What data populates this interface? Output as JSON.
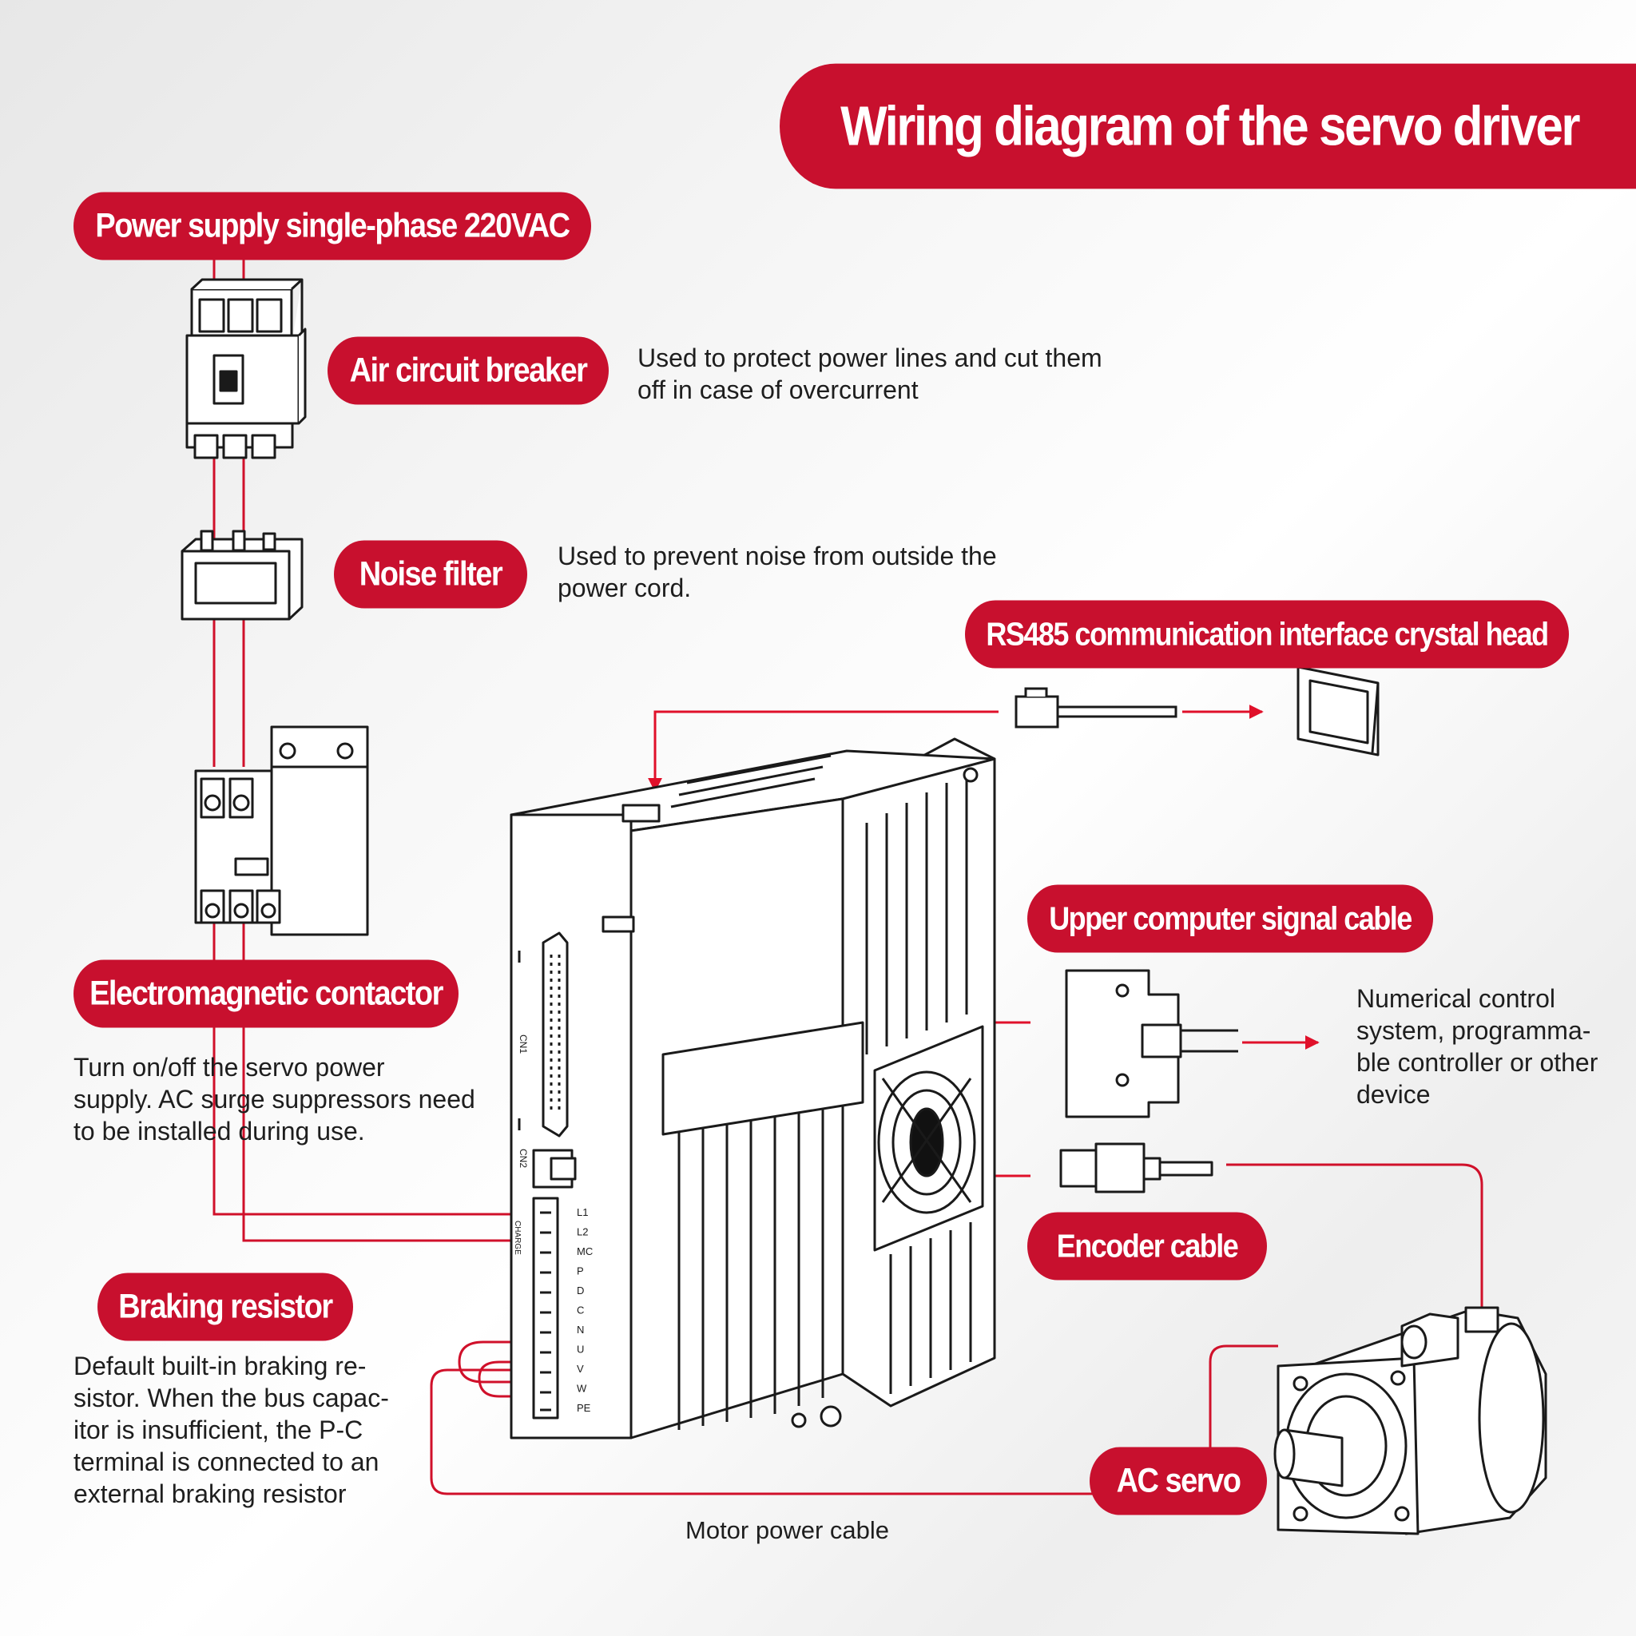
{
  "title": "Wiring diagram of the servo driver",
  "colors": {
    "accent": "#c8102e",
    "line": "#1a1a1a",
    "wire": "#d0102a",
    "background": "#f2f2f2"
  },
  "components": {
    "power_supply": {
      "label": "Power supply single-phase 220VAC"
    },
    "air_circuit_breaker": {
      "label": "Air circuit breaker",
      "description": "Used to protect power lines and cut them\noff in case of overcurrent"
    },
    "noise_filter": {
      "label": "Noise filter",
      "description": "Used to prevent noise from outside the\npower cord."
    },
    "rs485": {
      "label": "RS485 communication interface crystal head"
    },
    "upper_computer": {
      "label": "Upper computer signal cable",
      "description": "Numerical control\nsystem, programma-\nble controller or other\ndevice"
    },
    "contactor": {
      "label": "Electromagnetic contactor",
      "description": "Turn on/off the servo power\nsupply. AC surge suppressors need\nto be installed during use."
    },
    "encoder": {
      "label": "Encoder cable"
    },
    "braking_resistor": {
      "label": "Braking resistor",
      "description": "Default built-in braking re-\nsistor. When the bus capac-\nitor is insufficient, the P-C\nterminal is connected to an\nexternal braking resistor"
    },
    "ac_servo": {
      "label": "AC servo"
    },
    "motor_cable": {
      "label": "Motor power cable"
    }
  },
  "driver": {
    "port_cn1": "CN1",
    "port_cn2": "CN2",
    "charge_label": "CHARGE",
    "terminals": [
      "L1",
      "L2",
      "MC",
      "P",
      "D",
      "C",
      "N",
      "U",
      "V",
      "W",
      "PE"
    ]
  }
}
